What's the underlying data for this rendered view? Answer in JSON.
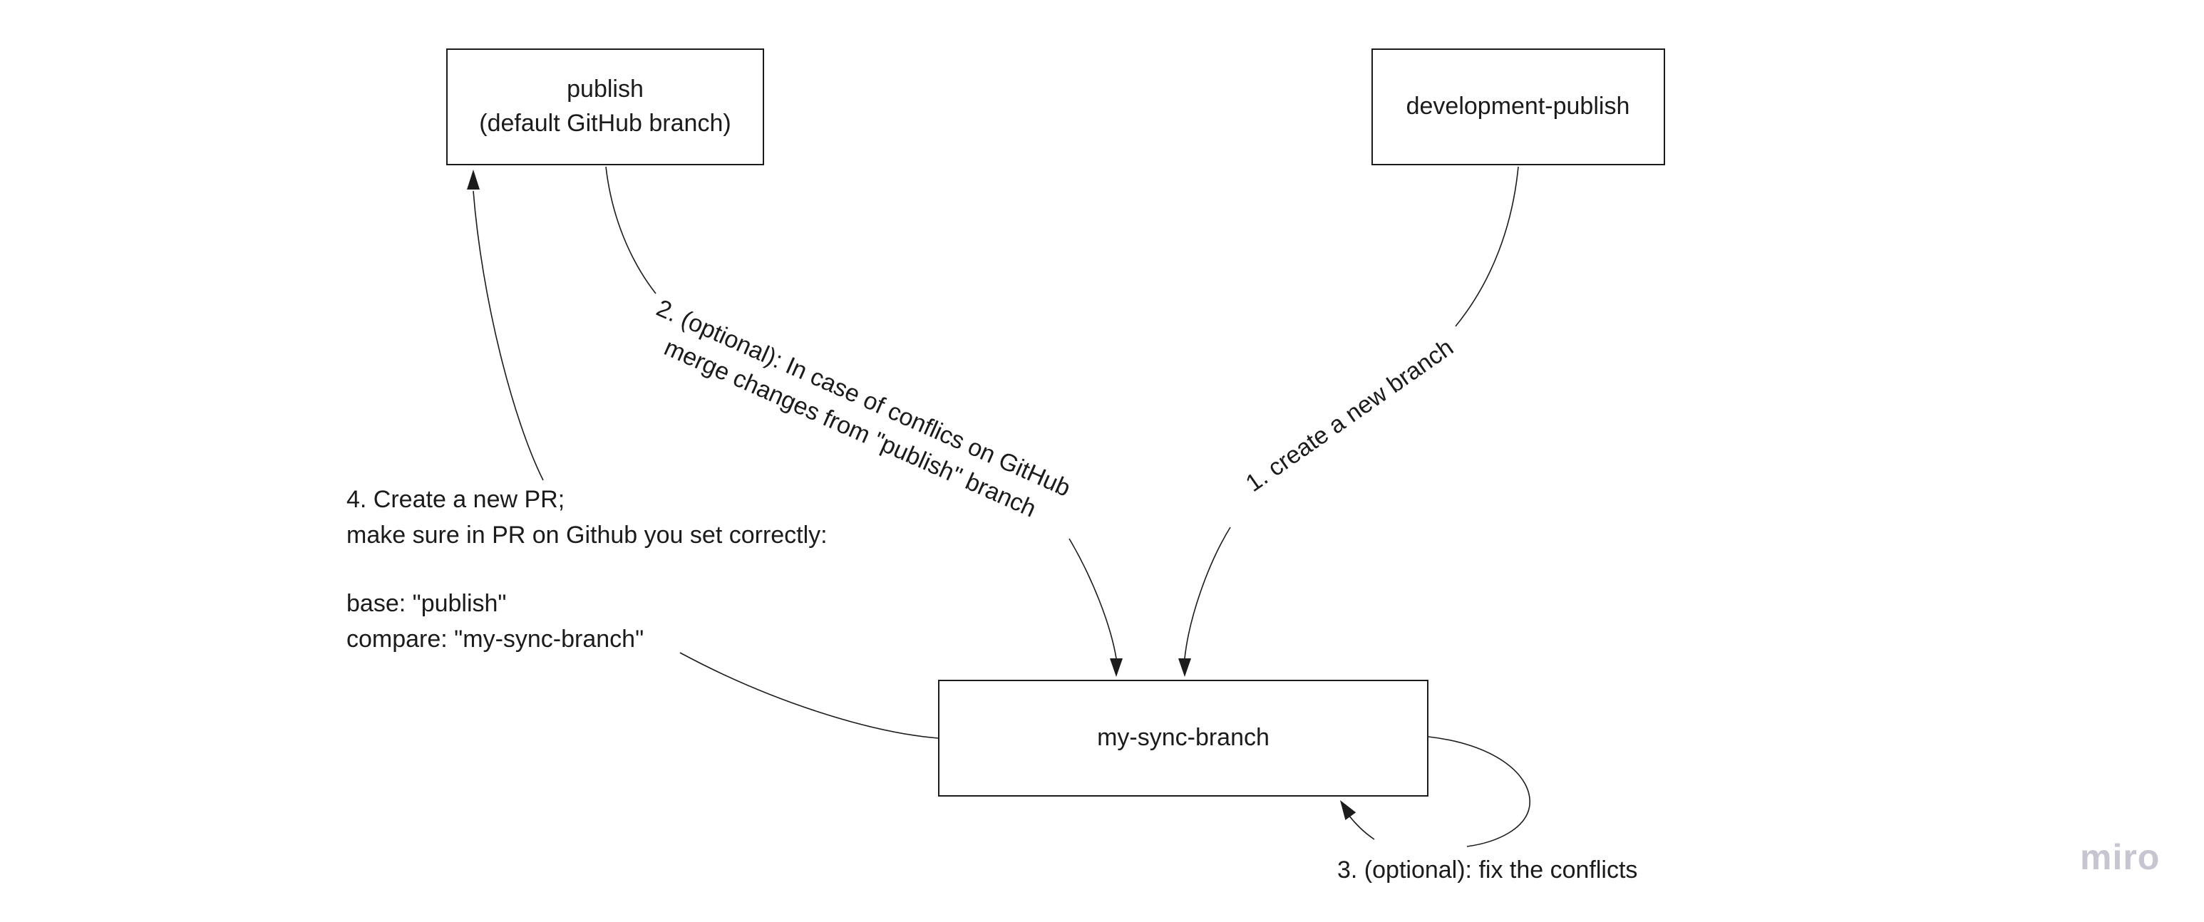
{
  "board": {
    "background_color": "#ffffff",
    "stroke_color": "#1c1c1c",
    "watermark": "miro",
    "watermark_color": "#c7c6d0"
  },
  "nodes": {
    "publish": {
      "line1": "publish",
      "line2": "(default GitHub branch)"
    },
    "development_publish": {
      "label": "development-publish"
    },
    "my_sync_branch": {
      "label": "my-sync-branch"
    }
  },
  "edges": {
    "create_branch": {
      "label": "1. create a new branch",
      "from": "development-publish",
      "to": "my-sync-branch"
    },
    "merge_changes": {
      "line1": "2. (optional): In case of conflics on GitHub",
      "line2": "merge changes from \"publish\" branch",
      "from": "publish",
      "to": "my-sync-branch"
    },
    "fix_conflicts": {
      "label": "3. (optional): fix the conflicts",
      "from": "my-sync-branch",
      "to": "my-sync-branch"
    },
    "create_pr": {
      "line1": "4. Create a new PR;",
      "line2": "make sure in PR on Github you set correctly:",
      "line3": "base: \"publish\"",
      "line4": "compare: \"my-sync-branch\"",
      "from": "my-sync-branch",
      "to": "publish"
    }
  }
}
